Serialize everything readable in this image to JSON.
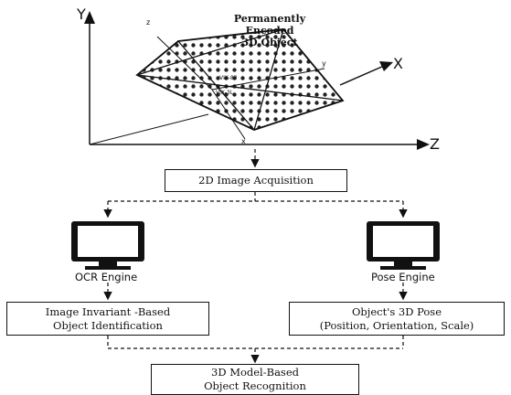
{
  "object_label": [
    "Permanently",
    "Encoded",
    "3D Object"
  ],
  "axes": {
    "y": "Y",
    "z": "Z",
    "x": "X"
  },
  "object_axes": {
    "z": "z",
    "y": "y",
    "x": "x"
  },
  "mid_labels": [
    "VIX-83",
    "VIX-3L"
  ],
  "acquisition": "2D Image Acquisition",
  "left_engine": "OCR Engine",
  "right_engine": "Pose Engine",
  "left_box": [
    "Image Invariant -Based",
    "Object Identification"
  ],
  "right_box": [
    "Object's 3D Pose",
    "(Position, Orientation, Scale)"
  ],
  "final_box": [
    "3D Model-Based",
    "Object Recognition"
  ],
  "colors": {
    "ink": "#111111",
    "dots": "#222222",
    "screen": "#ffffff"
  },
  "icons": [
    "monitor-icon",
    "monitor-icon"
  ]
}
